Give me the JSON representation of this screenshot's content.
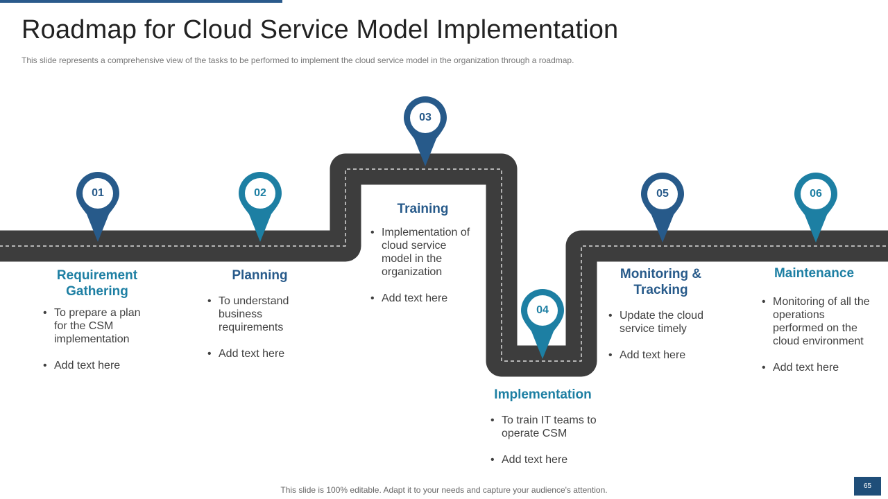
{
  "header": {
    "title": "Roadmap for Cloud Service Model Implementation",
    "subtitle": "This slide represents a comprehensive  view of the tasks to be performed  to implement the cloud service model in the organization through  a roadmap."
  },
  "colors": {
    "dark_blue": "#275a8a",
    "teal": "#1d7fa3",
    "road": "#3d3d3d",
    "road_line": "#ffffff",
    "accent_bar": "#2a5a8c"
  },
  "steps": [
    {
      "number": "01",
      "title": "Requirement Gathering",
      "bullets": [
        "To prepare a plan for the CSM implementation",
        "Add text here"
      ]
    },
    {
      "number": "02",
      "title": "Planning",
      "bullets": [
        "To understand business requirements",
        "Add text here"
      ]
    },
    {
      "number": "03",
      "title": "Training",
      "bullets": [
        "Implementation of cloud service model in the organization",
        "Add text here"
      ]
    },
    {
      "number": "04",
      "title": "Implementation",
      "bullets": [
        "To train IT teams to operate CSM",
        "Add text here"
      ]
    },
    {
      "number": "05",
      "title": "Monitoring & Tracking",
      "bullets": [
        "Update the cloud service timely",
        "Add text here"
      ]
    },
    {
      "number": "06",
      "title": "Maintenance",
      "bullets": [
        "Monitoring of all the operations performed on the cloud environment",
        "Add text here"
      ]
    }
  ],
  "footer": {
    "note": "This slide is 100% editable. Adapt it to your needs and capture your audience's attention.",
    "page": "65"
  }
}
